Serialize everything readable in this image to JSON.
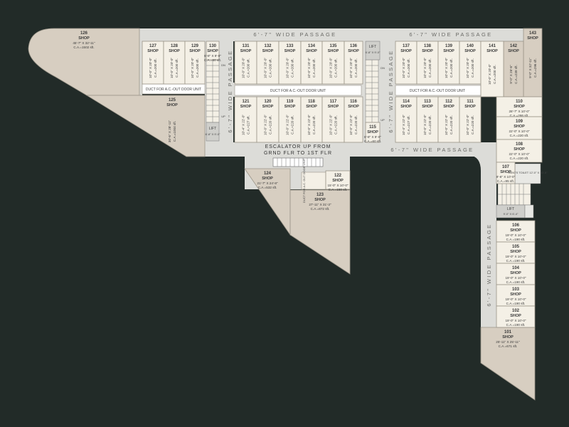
{
  "passages": {
    "top_left": "6'-7\" WIDE PASSAGE",
    "top_right": "6'-7\" WIDE PASSAGE",
    "vert_left": "6'-7\" WIDE PASSAGE",
    "vert_mid": "6'-7\" WIDE PASSAGE",
    "bottom_right": "6'-7\" WIDE PASSAGE",
    "vert_right": "6'-7\" WIDE PASSAGE"
  },
  "escalator": {
    "line1": "ESCALATOR UP FROM",
    "line2": "GRND FLR TO 1ST FLR"
  },
  "ducts": {
    "d1": "DUCT FOR A.C.-OUT DOOR UNIT",
    "d2": "DUCT FOR A.C.-OUT DOOR UNIT",
    "d3": "DUCT FOR A.C.-OUT DOOR UNIT",
    "d4": "DUCT FOR A.C. OUT DOOR UNIT"
  },
  "lifts": {
    "l1": {
      "label": "LIFT",
      "dim": "6'-8\" X 9'-0\""
    },
    "l2": {
      "label": "LIFT",
      "dim": "6'-8\" X 9'-0\""
    },
    "l3": {
      "label": "LIFT",
      "dim": "9'-0\" X 6'-4\""
    }
  },
  "stairs": {
    "dn": "DN",
    "up": "UP"
  },
  "gents_toilet": "GENTS TOILET 12'-0\" X 10'-0\"",
  "shops": [
    {
      "num": "126",
      "label": "SHOP",
      "dim": "45'-7\" X 32'-11\"",
      "ca": "C.A.=1502 sft."
    },
    {
      "num": "127",
      "label": "SHOP",
      "dim": "10'-0\" X 20'-0\"",
      "ca": "C.A.=200 sft."
    },
    {
      "num": "128",
      "label": "SHOP",
      "dim": "10'-0\" X 20'-0\"",
      "ca": "C.A.=200 sft."
    },
    {
      "num": "129",
      "label": "SHOP",
      "dim": "10'-0\" X 20'-0\"",
      "ca": "C.A.=200 sft."
    },
    {
      "num": "130",
      "label": "SHOP",
      "dim": "6'-8\" X 9'-0\"",
      "ca": "C.A.=60 sft."
    },
    {
      "num": "131",
      "label": "SHOP",
      "dim": "10'-0\" X 20'-0\"",
      "ca": "C.A.=200 sft."
    },
    {
      "num": "132",
      "label": "SHOP",
      "dim": "10'-0\" X 20'-0\"",
      "ca": "C.A.=200 sft."
    },
    {
      "num": "133",
      "label": "SHOP",
      "dim": "10'-0\" X 20'-0\"",
      "ca": "C.A.=200 sft."
    },
    {
      "num": "134",
      "label": "SHOP",
      "dim": "10'-0\" X 20'-0\"",
      "ca": "C.A.=200 sft."
    },
    {
      "num": "135",
      "label": "SHOP",
      "dim": "10'-0\" X 20'-0\"",
      "ca": "C.A.=200 sft."
    },
    {
      "num": "136",
      "label": "SHOP",
      "dim": "10'-0\" X 20'-0\"",
      "ca": "C.A.=200 sft."
    },
    {
      "num": "137",
      "label": "SHOP",
      "dim": "10'-0\" X 20'-0\"",
      "ca": "C.A.=200 sft."
    },
    {
      "num": "138",
      "label": "SHOP",
      "dim": "10'-0\" X 20'-0\"",
      "ca": "C.A.=200 sft."
    },
    {
      "num": "139",
      "label": "SHOP",
      "dim": "10'-0\" X 20'-0\"",
      "ca": "C.A.=200 sft."
    },
    {
      "num": "140",
      "label": "SHOP",
      "dim": "10'-0\" X 20'-0\"",
      "ca": "C.A.=200 sft."
    },
    {
      "num": "141",
      "label": "SHOP",
      "dim": "10'-0\" X 20'-0\"",
      "ca": "C.A.=200 sft."
    },
    {
      "num": "142",
      "label": "SHOP",
      "dim": "9'-0\" X 26'-6\"",
      "ca": "C.A.=239 sft."
    },
    {
      "num": "143",
      "label": "SHOP",
      "dim": "9'-0\" X 32'-11\"",
      "ca": "C.A.=296 sft."
    },
    {
      "num": "125",
      "label": "SHOP",
      "dim": "30'-6\" X 28'-11\"",
      "ca": "C.A.=1004 sft."
    },
    {
      "num": "121",
      "label": "SHOP",
      "dim": "10'-4\" X 22'-0\"",
      "ca": "C.A.=227 sft."
    },
    {
      "num": "120",
      "label": "SHOP",
      "dim": "10'-0\" X 22'-0\"",
      "ca": "C.A.=220 sft."
    },
    {
      "num": "119",
      "label": "SHOP",
      "dim": "10'-0\" X 22'-0\"",
      "ca": "C.A.=220 sft."
    },
    {
      "num": "118",
      "label": "SHOP",
      "dim": "10'-0\" X 22'-0\"",
      "ca": "C.A.=220 sft."
    },
    {
      "num": "117",
      "label": "SHOP",
      "dim": "10'-0\" X 22'-0\"",
      "ca": "C.A.=220 sft."
    },
    {
      "num": "116",
      "label": "SHOP",
      "dim": "10'-0\" X 22'-0\"",
      "ca": "C.A.=220 sft."
    },
    {
      "num": "115",
      "label": "SHOP",
      "dim": "6'-8\" X 9'-0\"",
      "ca": "C.A.=60 sft."
    },
    {
      "num": "114",
      "label": "SHOP",
      "dim": "10'-4\" X 22'-0\"",
      "ca": "C.A.=227 sft."
    },
    {
      "num": "113",
      "label": "SHOP",
      "dim": "10'-0\" X 22'-0\"",
      "ca": "C.A.=220 sft."
    },
    {
      "num": "112",
      "label": "SHOP",
      "dim": "10'-0\" X 22'-0\"",
      "ca": "C.A.=220 sft."
    },
    {
      "num": "111",
      "label": "SHOP",
      "dim": "10'-0\" X 22'-0\"",
      "ca": "C.A.=220 sft."
    },
    {
      "num": "110",
      "label": "SHOP",
      "dim": "28'-7\" X 10'-0\"",
      "ca": "C.A.=286 sft."
    },
    {
      "num": "109",
      "label": "SHOP",
      "dim": "22'-0\" X 10'-0\"",
      "ca": "C.A.=220 sft."
    },
    {
      "num": "108",
      "label": "SHOP",
      "dim": "22'-0\" X 10'-0\"",
      "ca": "C.A.=220 sft."
    },
    {
      "num": "107",
      "label": "SHOP",
      "dim": "9'-6\" X 10'-0\"",
      "ca": "C.A.=95 sft."
    },
    {
      "num": "124",
      "label": "SHOP",
      "dim": "21'-7\" X 24'-8\"",
      "ca": "C.A.=532 sft."
    },
    {
      "num": "123",
      "label": "SHOP",
      "dim": "27'-11\" X 31'-3\"",
      "ca": "C.A.=872 sft."
    },
    {
      "num": "122",
      "label": "SHOP",
      "dim": "15'-0\" X 10'-0\"",
      "ca": "C.A.=150 sft."
    },
    {
      "num": "106",
      "label": "SHOP",
      "dim": "19'-0\" X 10'-0\"",
      "ca": "C.A.=190 sft."
    },
    {
      "num": "105",
      "label": "SHOP",
      "dim": "19'-0\" X 10'-0\"",
      "ca": "C.A.=190 sft."
    },
    {
      "num": "104",
      "label": "SHOP",
      "dim": "19'-0\" X 10'-0\"",
      "ca": "C.A.=190 sft."
    },
    {
      "num": "103",
      "label": "SHOP",
      "dim": "19'-0\" X 10'-0\"",
      "ca": "C.A.=190 sft."
    },
    {
      "num": "102",
      "label": "SHOP",
      "dim": "19'-0\" X 10'-0\"",
      "ca": "C.A.=190 sft."
    },
    {
      "num": "101",
      "label": "SHOP",
      "dim": "25'-11\" X 25'-11\"",
      "ca": "C.A.=671 sft."
    }
  ],
  "colors": {
    "background": "#222b28",
    "passage": "#dcdcd8",
    "shop_light": "#f4f0e6",
    "shop_dark": "#d7cec1",
    "outline": "#9a9488"
  }
}
